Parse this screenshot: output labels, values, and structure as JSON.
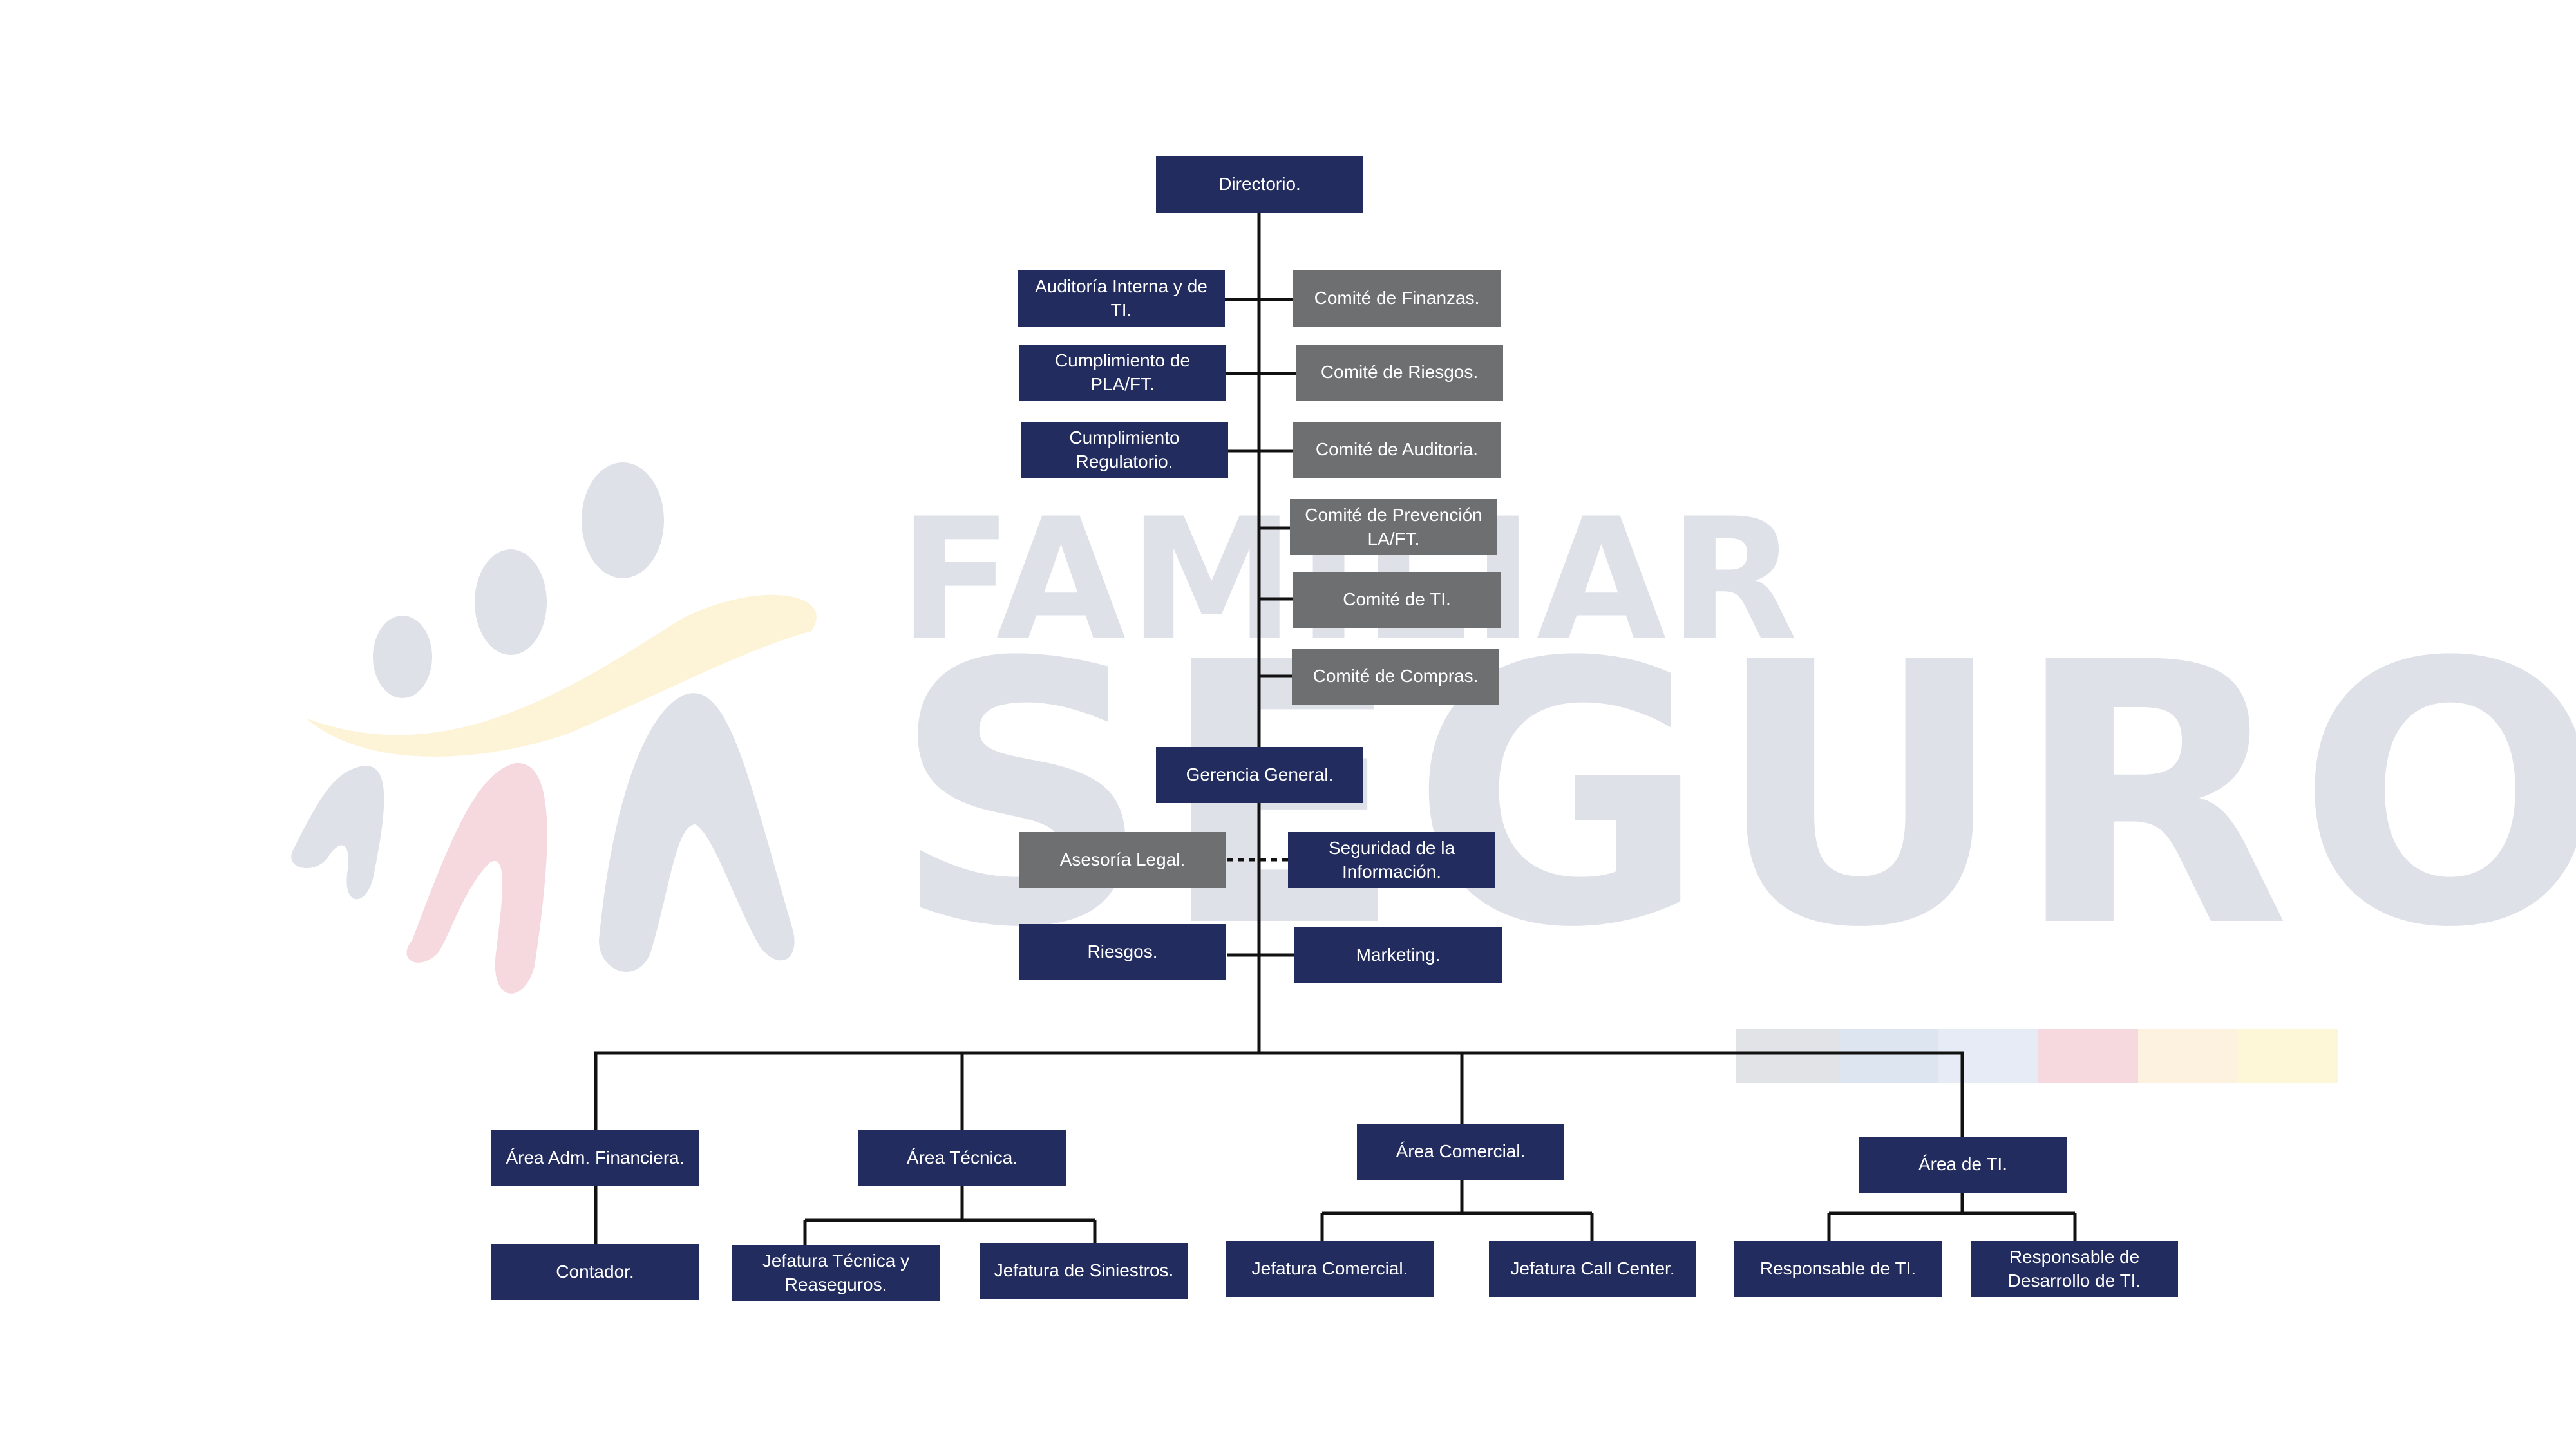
{
  "brand": {
    "word_top": "FAMILIAR",
    "word_bottom": "SEGUROS",
    "colors": {
      "watermark": "#dfe1e8",
      "yellow": "#fdf3d6",
      "pink": "#f6d9df",
      "blue": "#dfe6f3",
      "gray_strip": "#e3e4e8"
    }
  },
  "colors": {
    "navy_box": "#232c5e",
    "gray_box": "#6e6f71",
    "line": "#111111"
  },
  "nodes": {
    "directorio": "Directorio.",
    "auditoria": "Auditoría Interna y de TI.",
    "cumplimiento_pla": "Cumplimiento de PLA/FT.",
    "cumplimiento_reg": "Cumplimiento Regulatorio.",
    "comite_finanzas": "Comité de Finanzas.",
    "comite_riesgos": "Comité de Riesgos.",
    "comite_auditoria": "Comité de Auditoria.",
    "comite_prevencion": "Comité de Prevención LA/FT.",
    "comite_ti": "Comité de TI.",
    "comite_compras": "Comité de Compras.",
    "gerencia": "Gerencia General.",
    "asesoria": "Asesoría Legal.",
    "seguridad": "Seguridad de la Información.",
    "riesgos": "Riesgos.",
    "marketing": "Marketing.",
    "area_adm": "Área Adm. Financiera.",
    "area_tecnica": "Área Técnica.",
    "area_comercial": "Área Comercial.",
    "area_ti": "Área de TI.",
    "contador": "Contador.",
    "jef_tecnica": "Jefatura Técnica y Reaseguros.",
    "jef_siniestros": "Jefatura de Siniestros.",
    "jef_comercial": "Jefatura Comercial.",
    "jef_callcenter": "Jefatura Call Center.",
    "resp_ti": "Responsable de TI.",
    "resp_desarrollo": "Responsable de Desarrollo de TI."
  }
}
